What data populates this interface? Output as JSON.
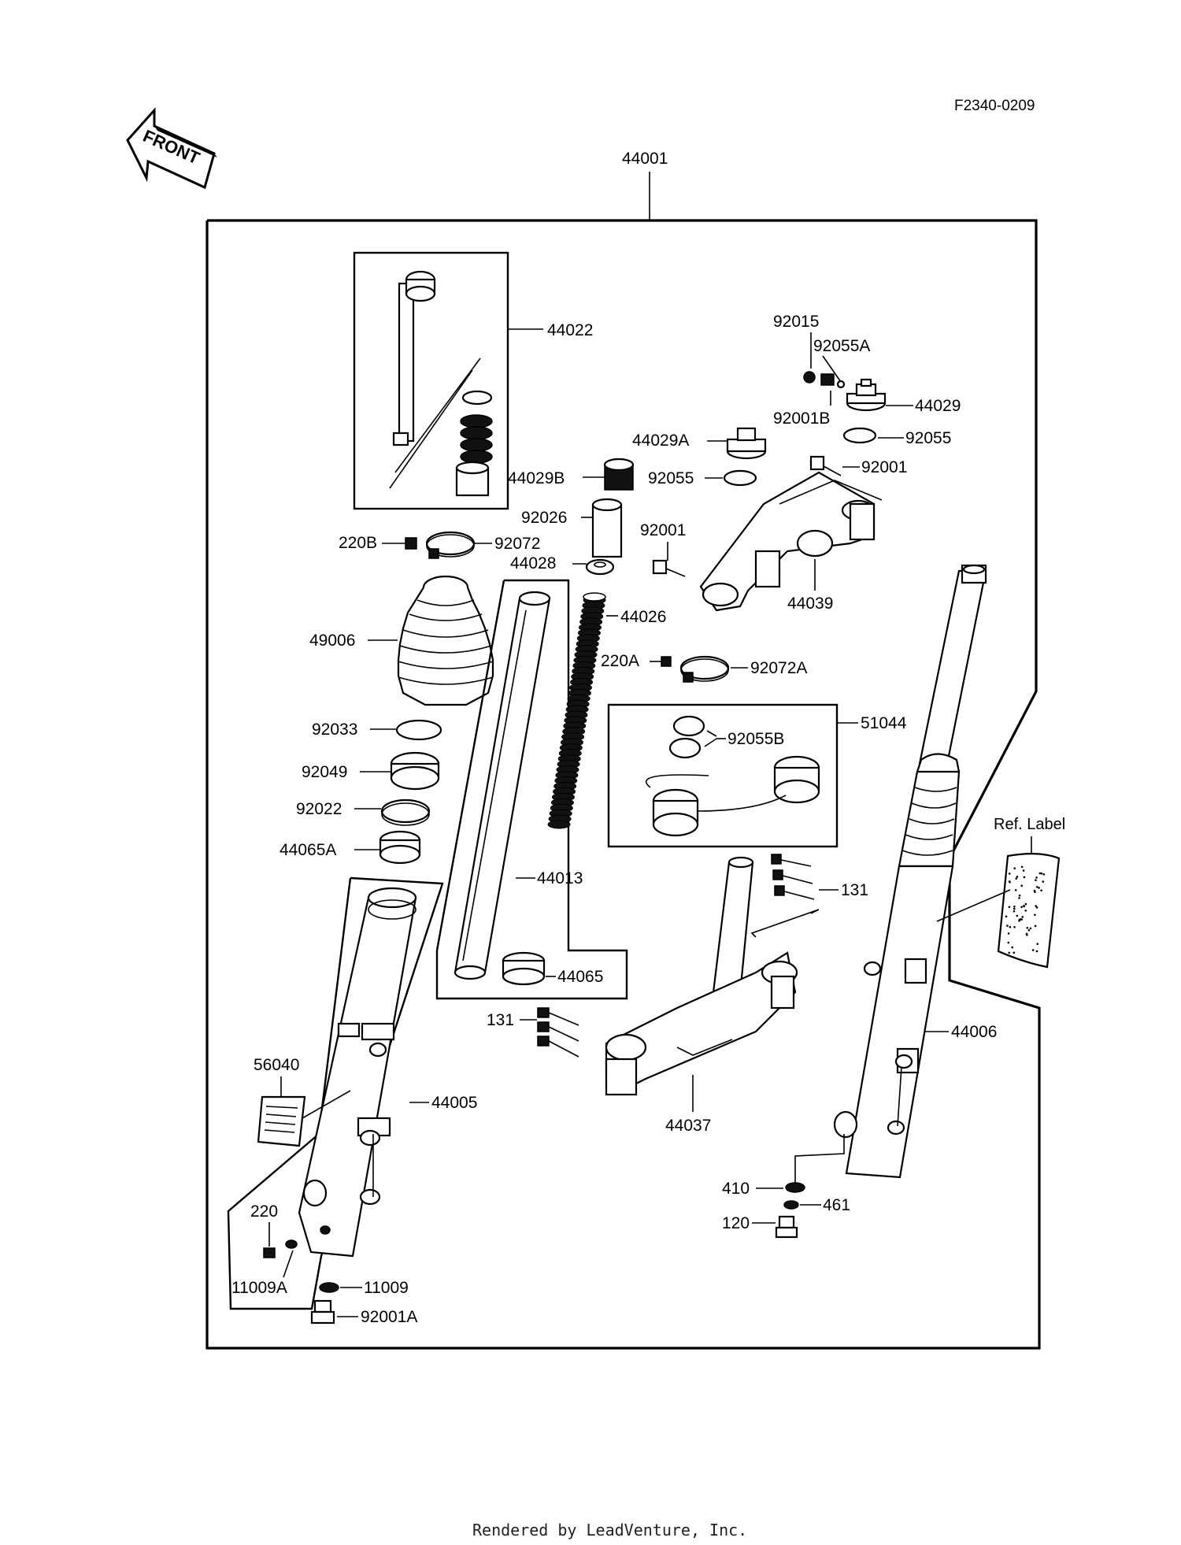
{
  "diagram_code": "F2340-0209",
  "front_arrow_text": "FRONT",
  "ref_label_text": "Ref. Label",
  "footer_text": "Rendered by LeadVenture, Inc.",
  "parts": {
    "p44001": "44001",
    "p44022": "44022",
    "p92015": "92015",
    "p92055A": "92055A",
    "p44029": "44029",
    "p92001B": "92001B",
    "p92055_a": "92055",
    "p44029A": "44029A",
    "p44029B": "44029B",
    "p92055_b": "92055",
    "p92001_a": "92001",
    "p92026": "92026",
    "p92001_b": "92001",
    "p220B": "220B",
    "p92072": "92072",
    "p44028": "44028",
    "p44039": "44039",
    "p49006": "49006",
    "p44026": "44026",
    "p220A": "220A",
    "p92072A": "92072A",
    "p51044": "51044",
    "p92055B": "92055B",
    "p92033": "92033",
    "p92049": "92049",
    "p92022": "92022",
    "p44065A": "44065A",
    "p44013": "44013",
    "p131_a": "131",
    "p44065": "44065",
    "p131_b": "131",
    "p44006": "44006",
    "p56040": "56040",
    "p44005": "44005",
    "p44037": "44037",
    "p410": "410",
    "p461": "461",
    "p120": "120",
    "p220": "220",
    "p11009A": "11009A",
    "p11009": "11009",
    "p92001A": "92001A"
  }
}
